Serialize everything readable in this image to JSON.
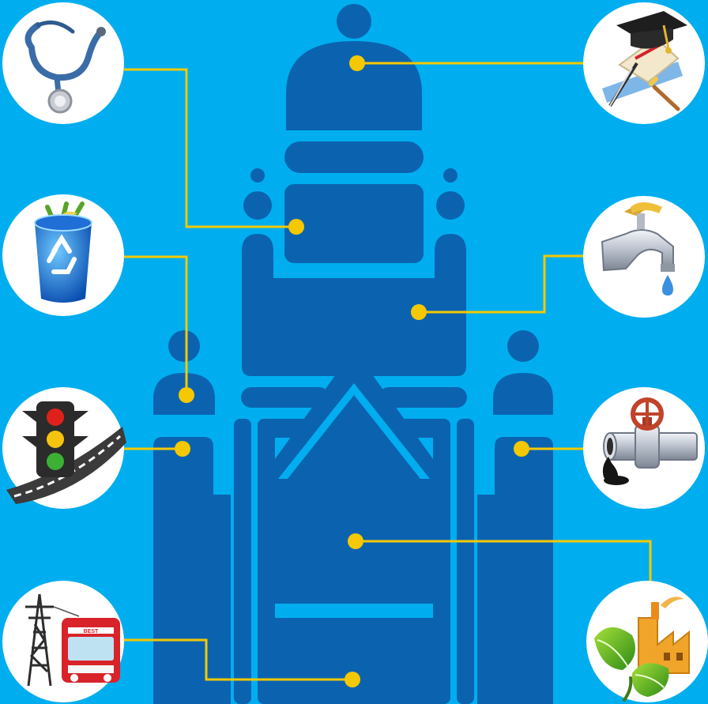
{
  "colors": {
    "background": "#00aeef",
    "building": "#0b63b0",
    "connector": "#f5c800",
    "circle": "#ffffff"
  },
  "building": {
    "name": "municipal-headquarters-silhouette"
  },
  "services": [
    {
      "id": "health",
      "icon": "stethoscope-icon",
      "side": "left"
    },
    {
      "id": "waste",
      "icon": "recycle-bin-icon",
      "side": "left"
    },
    {
      "id": "traffic",
      "icon": "traffic-light-road-icon",
      "side": "left"
    },
    {
      "id": "power-transport",
      "icon": "pylon-bus-icon",
      "side": "left",
      "badge_text": "BEST"
    },
    {
      "id": "education",
      "icon": "graduation-cap-icon",
      "side": "right"
    },
    {
      "id": "water",
      "icon": "water-tap-icon",
      "side": "right"
    },
    {
      "id": "sewerage",
      "icon": "drain-pipe-icon",
      "side": "right"
    },
    {
      "id": "environment",
      "icon": "factory-leaf-icon",
      "side": "right"
    }
  ]
}
